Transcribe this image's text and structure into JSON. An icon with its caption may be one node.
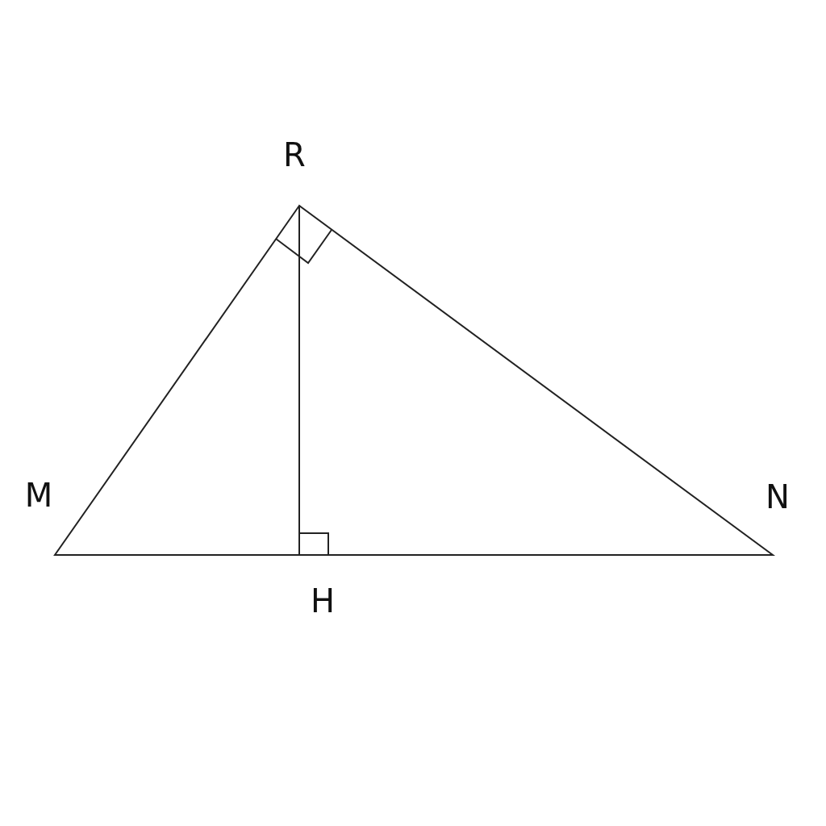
{
  "diagram": {
    "labels": [
      "R",
      "M",
      "N",
      "H"
    ]
  }
}
